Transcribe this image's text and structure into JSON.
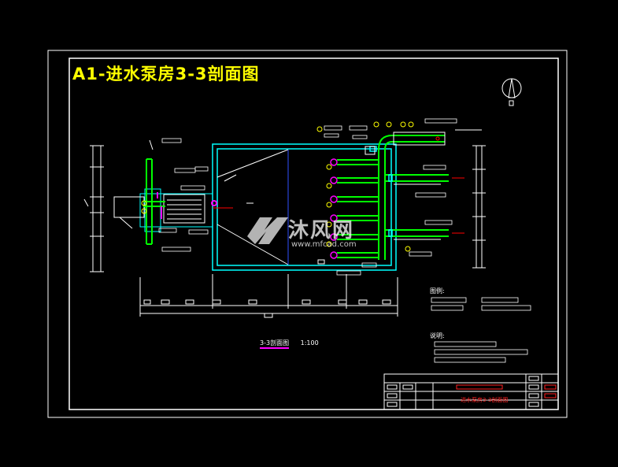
{
  "drawing": {
    "title": "A1-进水泵房3-3剖面图",
    "section_caption": "3-3剖面图",
    "section_scale": "1:100",
    "legend_heading": "图例:",
    "notes_heading": "说明:",
    "watermark": "沐风网",
    "watermark_url": "www.mfcad.com",
    "title_block_name": "进水泵房3-3剖面图"
  },
  "colors": {
    "background": "#000000",
    "frame": "#ffffff",
    "title": "#ffff00",
    "pipe": "#00ff00",
    "structure": "#00ffff",
    "valve": "#ff00ff",
    "annotation": "#ffffff",
    "marker": "#ff0000"
  }
}
